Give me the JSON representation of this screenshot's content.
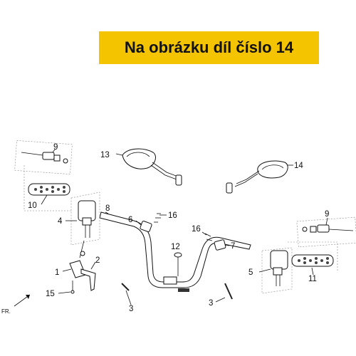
{
  "banner": {
    "text": "Na obrázku díl číslo 14"
  },
  "labels": {
    "p1": "1",
    "p2": "2",
    "p3a": "3",
    "p3b": "3",
    "p4": "4",
    "p5": "5",
    "p6": "6",
    "p7": "7",
    "p8": "8",
    "p9a": "9",
    "p9b": "9",
    "p10": "10",
    "p11": "11",
    "p12": "12",
    "p13": "13",
    "p14": "14",
    "p15": "15",
    "p16a": "16",
    "p16b": "16"
  },
  "front_marker": "FR.",
  "highlight_color": "#f5c400"
}
